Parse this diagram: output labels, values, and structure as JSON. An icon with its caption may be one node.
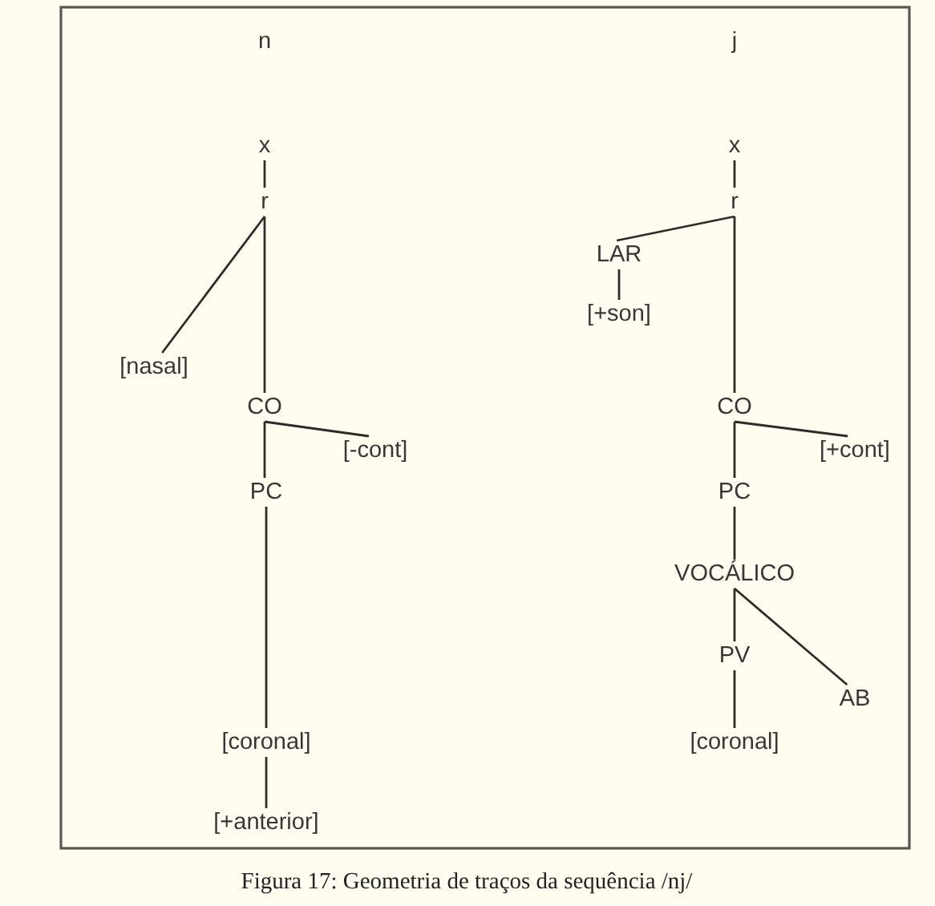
{
  "diagram": {
    "caption": "Figura 17: Geometria de traços da sequência /nj/",
    "nodes": [
      {
        "text": [
          "n"
        ]
      },
      {
        "text": [
          "x"
        ]
      },
      {
        "text": [
          "r"
        ]
      },
      {
        "text": [
          "[nasal]"
        ]
      },
      {
        "text": [
          "CO"
        ]
      },
      {
        "text": [
          "[-cont]"
        ]
      },
      {
        "text": [
          "PC"
        ]
      },
      {
        "text": [
          "[coronal]"
        ]
      },
      {
        "text": [
          "[+anterior]"
        ]
      },
      {
        "text": [
          "j"
        ]
      },
      {
        "text": [
          "x"
        ]
      },
      {
        "text": [
          "r"
        ]
      },
      {
        "text": [
          "LAR"
        ]
      },
      {
        "text": [
          "[+son]"
        ]
      },
      {
        "text": [
          "CO"
        ]
      },
      {
        "text": [
          "[+cont]"
        ]
      },
      {
        "text": [
          "PC"
        ]
      },
      {
        "text": [
          "VOCÁLICO"
        ]
      },
      {
        "text": [
          "PV"
        ]
      },
      {
        "text": [
          "AB"
        ]
      },
      {
        "text": [
          "[coronal]"
        ]
      }
    ],
    "edges": [
      {
        "from": 1,
        "to": 2,
        "arrow": "none"
      },
      {
        "from": 2,
        "to": 3,
        "arrow": "none"
      },
      {
        "from": 2,
        "to": 4,
        "arrow": "none"
      },
      {
        "from": 4,
        "to": 5,
        "arrow": "none"
      },
      {
        "from": 4,
        "to": 6,
        "arrow": "none"
      },
      {
        "from": 6,
        "to": 7,
        "arrow": "none"
      },
      {
        "from": 7,
        "to": 8,
        "arrow": "none"
      },
      {
        "from": 10,
        "to": 11,
        "arrow": "none"
      },
      {
        "from": 11,
        "to": 12,
        "arrow": "none"
      },
      {
        "from": 12,
        "to": 13,
        "arrow": "none"
      },
      {
        "from": 11,
        "to": 14,
        "arrow": "none"
      },
      {
        "from": 14,
        "to": 15,
        "arrow": "none"
      },
      {
        "from": 14,
        "to": 16,
        "arrow": "none"
      },
      {
        "from": 16,
        "to": 17,
        "arrow": "none"
      },
      {
        "from": 17,
        "to": 18,
        "arrow": "none"
      },
      {
        "from": 17,
        "to": 19,
        "arrow": "none"
      },
      {
        "from": 18,
        "to": 20,
        "arrow": "none"
      }
    ]
  }
}
